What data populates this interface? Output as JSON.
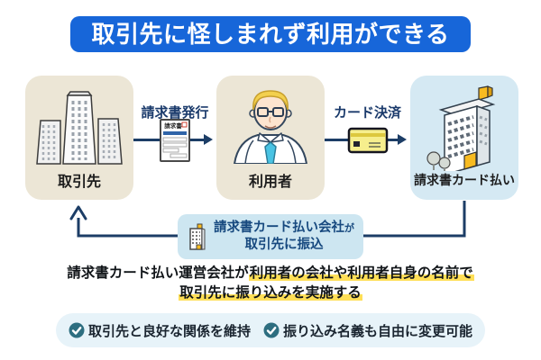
{
  "title": {
    "text": "取引先に怪しまれず利用ができる"
  },
  "flow": {
    "entities": [
      {
        "label": "取引先"
      },
      {
        "label": "利用者"
      },
      {
        "label": "請求書カード払い"
      }
    ],
    "arrow1": {
      "label": "請求書発行",
      "doc_label": "請求書"
    },
    "arrow2": {
      "label": "カード決済"
    },
    "note": {
      "line1": "請求書カード払い会社",
      "line1_suffix": "が",
      "line2": "取引先に振込"
    }
  },
  "description": {
    "line1_plain": "請求書カード払い運営会社が",
    "line1_highlight": "利用者の会社や利用者自身の名前で",
    "line2_highlight": "取引先に振り込みを実施する"
  },
  "benefits": [
    {
      "label": "取引先と良好な関係を維持"
    },
    {
      "label": "振り込み名義も自由に変更可能"
    }
  ],
  "colors": {
    "banner_blue": "#1766d9",
    "navy_line": "#1c3d66",
    "navy_label": "#1a3a6b",
    "note_bg": "#cde6f1",
    "note_text": "#17497f",
    "beige_card": "#ece6d6",
    "blue_card": "#d5e9f3",
    "highlight_yellow": "#ffdf57",
    "benefit_bg": "#e7f3f9",
    "check_teal": "#2d6e80",
    "card_yellow": "#f6ee8d",
    "building_accent_yellow": "#f8bb20"
  }
}
